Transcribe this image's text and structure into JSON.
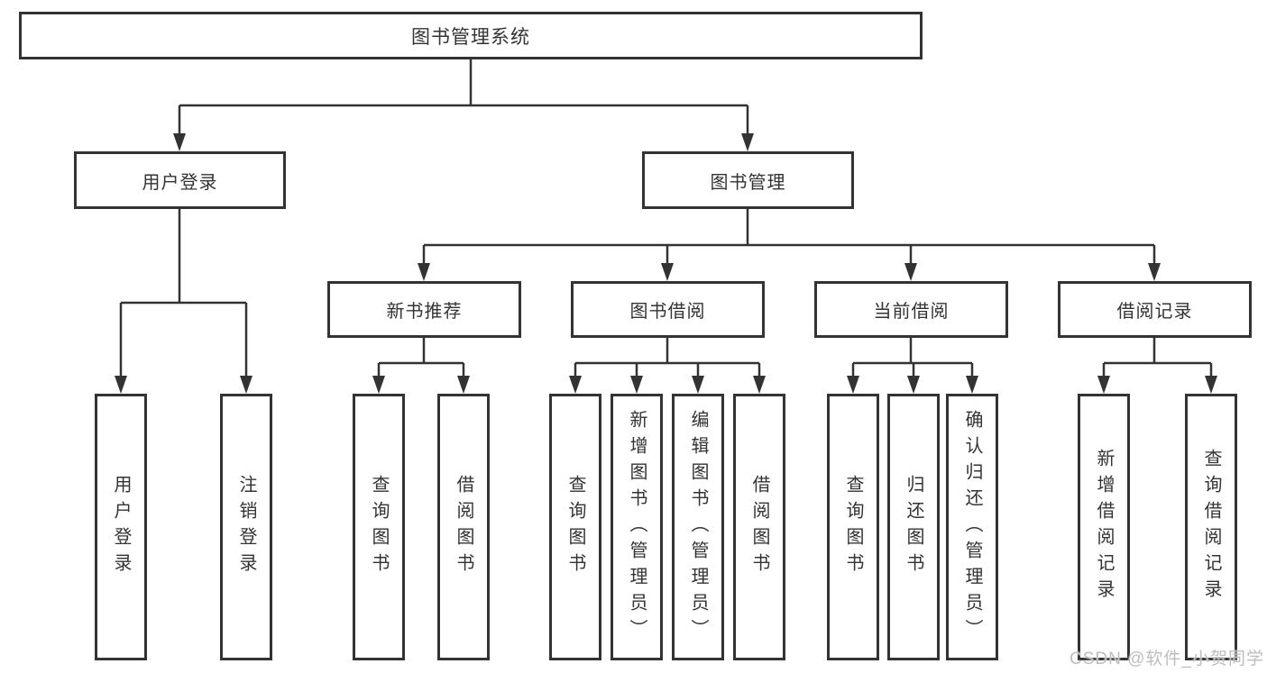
{
  "diagram": {
    "title": "图书管理系统",
    "colors": {
      "line": "#333333",
      "box_border": "#333333",
      "text": "#333333",
      "background": "#ffffff",
      "watermark": "#bdbdbd"
    },
    "nodes": {
      "root": {
        "label": "图书管理系统"
      },
      "user_login": {
        "label": "用户登录"
      },
      "book_management": {
        "label": "图书管理"
      },
      "new_book_recommend": {
        "label": "新书推荐"
      },
      "book_borrow": {
        "label": "图书借阅"
      },
      "current_borrow": {
        "label": "当前借阅"
      },
      "borrow_records": {
        "label": "借阅记录"
      },
      "leaf_user_login": {
        "label": "用户登录"
      },
      "leaf_logout": {
        "label": "注销登录"
      },
      "leaf_query_book_1": {
        "label": "查询图书"
      },
      "leaf_borrow_book_1": {
        "label": "借阅图书"
      },
      "leaf_query_book_2": {
        "label": "查询图书"
      },
      "leaf_add_book_admin": {
        "label": "新增图书（管理员）"
      },
      "leaf_edit_book_admin": {
        "label": "编辑图书（管理员）"
      },
      "leaf_borrow_book_2": {
        "label": "借阅图书"
      },
      "leaf_query_book_3": {
        "label": "查询图书"
      },
      "leaf_return_book": {
        "label": "归还图书"
      },
      "leaf_confirm_return_admin": {
        "label": "确认归还（管理员）"
      },
      "leaf_add_borrow_record": {
        "label": "新增借阅记录"
      },
      "leaf_query_borrow_record": {
        "label": "查询借阅记录"
      }
    },
    "watermark": {
      "text": "CSDN @软件_小贺同学"
    }
  }
}
